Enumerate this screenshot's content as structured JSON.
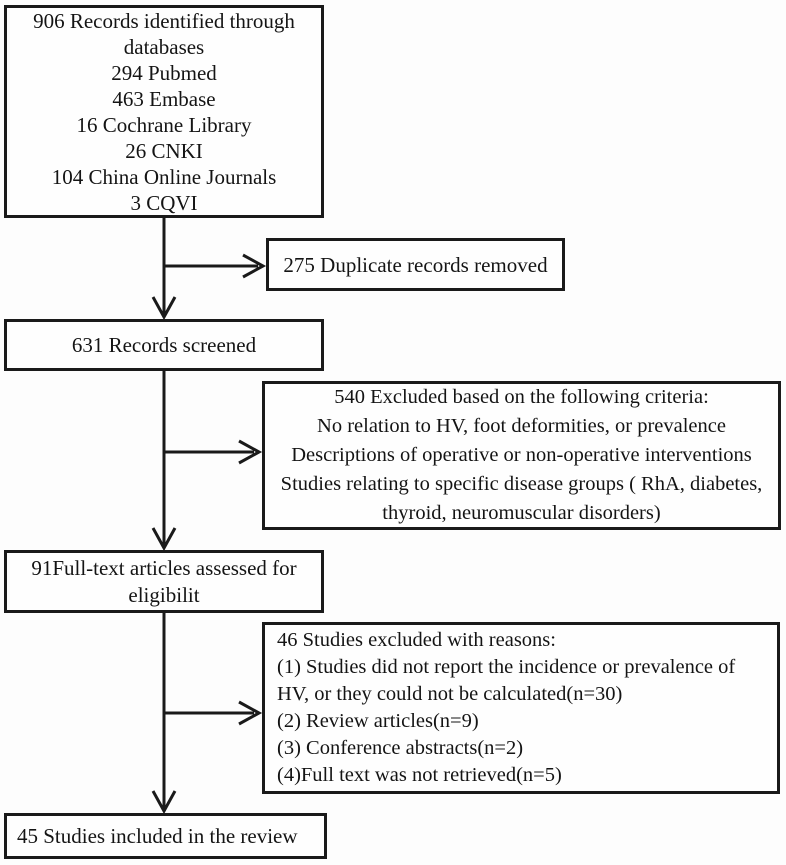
{
  "figure": {
    "type": "flow-diagram",
    "colors": {
      "background": "#fdfdfd",
      "box_fill": "#fefefe",
      "line_and_border": "#1a1a1a",
      "text": "#141414"
    },
    "boxes": {
      "identified": {
        "lines": [
          "906 Records identified through",
          "databases",
          "294 Pubmed",
          "463 Embase",
          "16 Cochrane Library",
          "26 CNKI",
          "104 China Online Journals",
          "3 CQVI"
        ]
      },
      "duplicates": {
        "lines": [
          "275 Duplicate records removed"
        ]
      },
      "screened": {
        "lines": [
          "631 Records screened"
        ]
      },
      "excluded_screening": {
        "lines": [
          "540 Excluded based on the following criteria:",
          "No relation to HV, foot deformities, or prevalence",
          "Descriptions of operative or non-operative interventions",
          "Studies relating to specific disease groups ( RhA, diabetes,",
          "thyroid, neuromuscular disorders)"
        ]
      },
      "fulltext": {
        "lines": [
          "91Full-text articles assessed for",
          "eligibilit"
        ]
      },
      "excluded_fulltext": {
        "lines": [
          "46 Studies excluded with reasons:",
          "(1) Studies did not report the incidence or prevalence of",
          "HV, or they could not be calculated(n=30)",
          "(2) Review articles(n=9)",
          "(3) Conference abstracts(n=2)",
          "(4)Full text was not retrieved(n=5)"
        ]
      },
      "included": {
        "lines": [
          "45 Studies included in the review"
        ]
      }
    }
  }
}
